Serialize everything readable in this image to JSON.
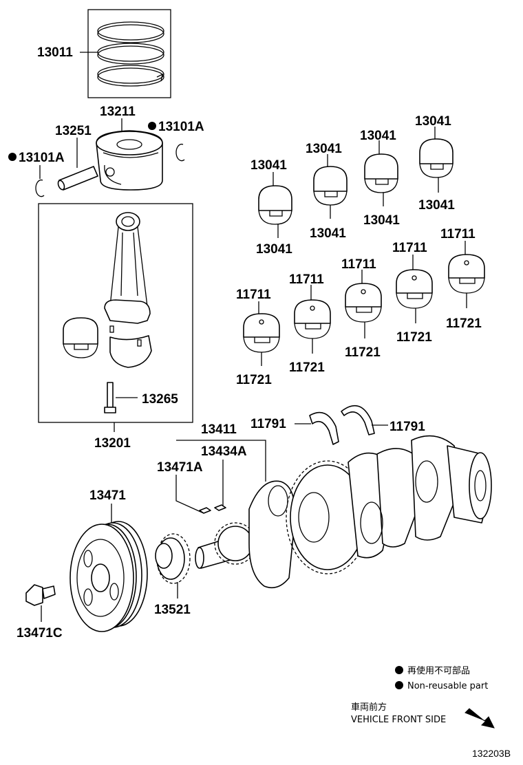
{
  "parts": {
    "piston_ring_set": "13011",
    "piston": "13211",
    "piston_pin": "13251",
    "snap_ring_right": "13101A",
    "snap_ring_left": "13101A",
    "conn_rod_bearings": [
      "13041",
      "13041",
      "13041",
      "13041",
      "13041",
      "13041",
      "13041",
      "13041"
    ],
    "crank_upper_bearings": [
      "11711",
      "11711",
      "11711",
      "11711",
      "11711"
    ],
    "crank_lower_bearings": [
      "11721",
      "11721",
      "11721",
      "11721",
      "11721"
    ],
    "thrust_washer_left": "11791",
    "thrust_washer_right": "11791",
    "conn_rod_bolt": "13265",
    "conn_rod_assy": "13201",
    "crankshaft": "13411",
    "key_1": "13434A",
    "key_2": "13471A",
    "pulley": "13471",
    "pulley_bolt": "13471C",
    "crank_gear": "13521"
  },
  "legend": {
    "jp": "再使用不可部品",
    "en": "Non-reusable part"
  },
  "direction": {
    "jp": "車両前方",
    "en": "VEHICLE FRONT SIDE"
  },
  "figure_id": "132203B"
}
